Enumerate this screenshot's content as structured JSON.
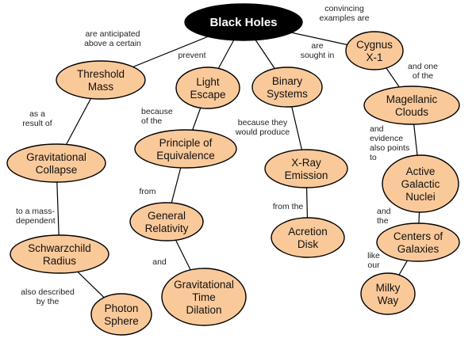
{
  "colors": {
    "node_fill": "#fac99a",
    "node_stroke": "#000000",
    "root_fill": "#000000",
    "root_text": "#ffffff",
    "line": "#000000"
  },
  "nodes": {
    "black_holes": [
      "Black Holes"
    ],
    "threshold_mass": [
      "Threshold",
      "Mass"
    ],
    "light_escape": [
      "Light",
      "Escape"
    ],
    "binary_systems": [
      "Binary",
      "Systems"
    ],
    "cygnus_x1": [
      "Cygnus",
      "X-1"
    ],
    "gravitational_collapse": [
      "Gravitational",
      "Collapse"
    ],
    "principle_equivalence": [
      "Principle of",
      "Equivalence"
    ],
    "xray_emission": [
      "X-Ray",
      "Emission"
    ],
    "magellanic_clouds": [
      "Magellanic",
      "Clouds"
    ],
    "active_galactic_nuclei": [
      "Active",
      "Galactic",
      "Nuclei"
    ],
    "general_relativity": [
      "General",
      "Relativity"
    ],
    "acretion_disk": [
      "Acretion",
      "Disk"
    ],
    "schwarzchild_radius": [
      "Schwarzchild",
      "Radius"
    ],
    "centers_galaxies": [
      "Centers of",
      "Galaxies"
    ],
    "gravitational_time_dilation": [
      "Gravitational",
      "Time",
      "Dilation"
    ],
    "photon_sphere": [
      "Photon",
      "Sphere"
    ],
    "milky_way": [
      "Milky",
      "Way"
    ]
  },
  "links": {
    "anticipated": [
      "are anticipated",
      "above a certain"
    ],
    "prevent": [
      "prevent"
    ],
    "sought": [
      "are",
      "sought in"
    ],
    "convincing": [
      "convincing",
      "examples are"
    ],
    "result_of": [
      "as a",
      "result of"
    ],
    "because_of": [
      "because",
      "of the"
    ],
    "would_produce": [
      "because they",
      "would produce"
    ],
    "and_one_of": [
      "and one",
      "of the"
    ],
    "evidence": [
      "and",
      "evidence",
      "also points",
      "to"
    ],
    "mass_dependent": [
      "to a mass-",
      "dependent"
    ],
    "from1": [
      "from"
    ],
    "from2": [
      "from the"
    ],
    "and_the": [
      "and",
      "the"
    ],
    "and1": [
      "and"
    ],
    "like_our": [
      "like",
      "our"
    ],
    "described": [
      "also described",
      "by the"
    ]
  }
}
